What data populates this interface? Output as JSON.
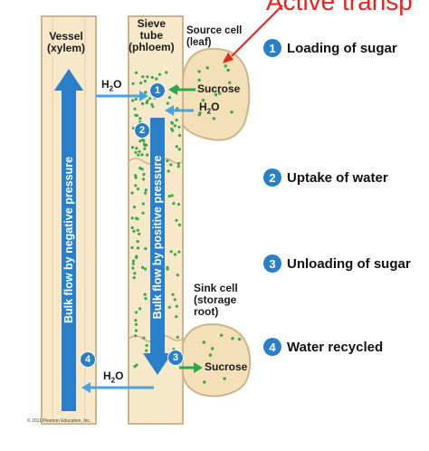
{
  "annotation_text": "Active transp",
  "vessel_label": [
    "Vessel",
    "(xylem)"
  ],
  "sieve_label": [
    "Sieve",
    "tube",
    "(phloem)"
  ],
  "source_label": [
    "Source cell",
    "(leaf)"
  ],
  "sink_label": [
    "Sink cell",
    "(storage",
    "root)"
  ],
  "water_top": "H2O",
  "water_source": "H2O",
  "water_bottom": "H2O",
  "sucrose_top": "Sucrose",
  "sucrose_bottom": "Sucrose",
  "xylem_flow": "Bulk flow by negative pressure",
  "phloem_flow": "Bulk flow by positive pressure",
  "steps": [
    {
      "num": "1",
      "text": "Loading of sugar"
    },
    {
      "num": "2",
      "text": "Uptake of water"
    },
    {
      "num": "3",
      "text": "Unloading of sugar"
    },
    {
      "num": "4",
      "text": "Water recycled"
    }
  ],
  "diagram_markers": [
    "1",
    "2",
    "3",
    "4"
  ],
  "copyright": "© 2011 Pearson Education, Inc.",
  "colors": {
    "tube_fill": "#f6e8c8",
    "tube_stroke": "#cdb48a",
    "cell_fill": "#f3dfb8",
    "dot": "#3aa84a",
    "arrow_blue": "#2a7fc9",
    "arrow_green": "#2fa64a",
    "annotation_red": "#e8231b"
  }
}
